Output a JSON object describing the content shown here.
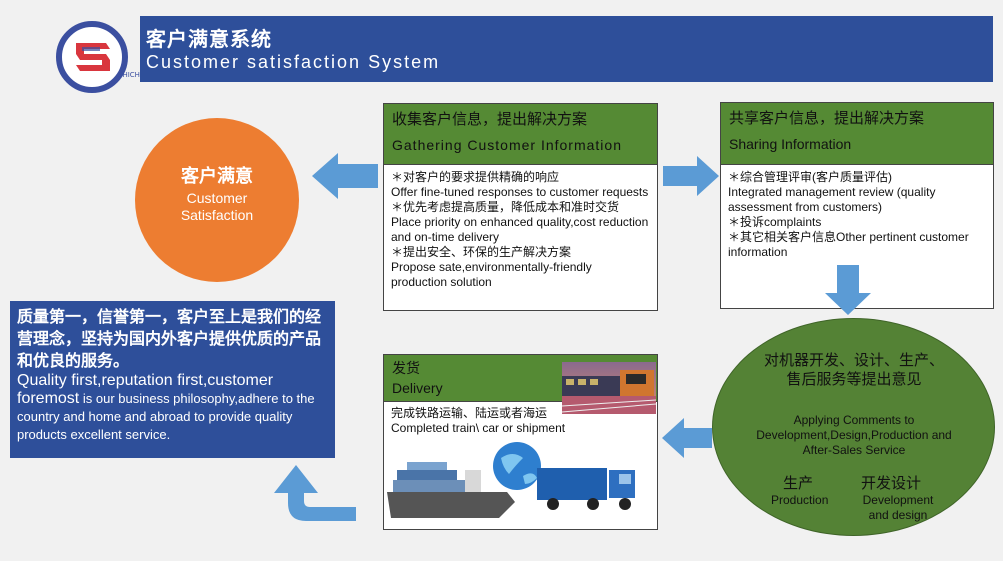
{
  "header": {
    "title_cn": "客户满意系统",
    "title_en": "Customer satisfaction System",
    "logo_text": "SHICH"
  },
  "gather": {
    "title_cn": "收集客户信息，提出解决方案",
    "title_en": "Gathering Customer Information",
    "lines": [
      "＊对客户的要求提供精确的响应",
      "Offer fine-tuned responses to customer requests",
      "＊优先考虑提高质量，降低成本和准时交货",
      "Place priority on enhanced quality,cost reduction and on-time delivery",
      "＊提出安全、环保的生产解决方案",
      "Propose sate,environmentally-friendly production solution"
    ]
  },
  "share": {
    "title_cn": "共享客户信息，提出解决方案",
    "title_en": "Sharing Information",
    "lines": [
      "＊综合管理评审(客户质量评估)",
      "Integrated management review (quality assessment from customers)",
      "＊投诉complaints",
      "＊其它相关客户信息Other pertinent customer information"
    ]
  },
  "satisfaction": {
    "title_cn": "客户满意",
    "title_en": "Customer Satisfaction"
  },
  "delivery": {
    "title_cn": "发货",
    "title_en": "Delivery",
    "line_cn": "完成铁路运输、陆运或者海运",
    "line_en": "Completed train\\ car or shipment"
  },
  "comments": {
    "title_cn": "对机器开发、设计、生产、售后服务等提出意见",
    "title_en": "Applying Comments to Development,Design,Production and After-Sales Service",
    "production_cn": "生产",
    "production_en": "Production",
    "development_cn": "开发设计",
    "development_en": "Development and design"
  },
  "philosophy": {
    "text_cn": "质量第一，信誉第一，客户至上是我们的经营理念，坚持为国内外客户提供优质的产品和优良的服务。",
    "text_en_big": "Quality first,reputation first,customer foremost",
    "text_en_rest": " is our business philosophy,adhere to the country and home and abroad to provide quality products excellent service."
  },
  "colors": {
    "header": "#2e4f9a",
    "box_head": "#558a34",
    "satisfaction": "#ed7d31",
    "comments": "#548235",
    "arrow": "#5b9bd5"
  }
}
